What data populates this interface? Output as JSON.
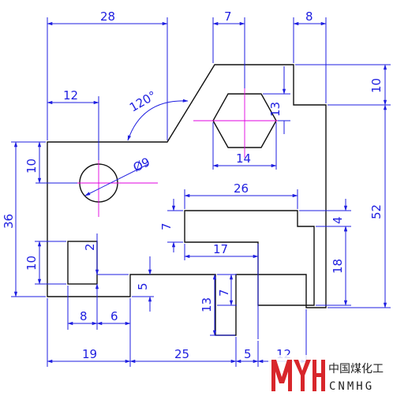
{
  "drawing": {
    "dimensions": {
      "top_width": "28",
      "hex_flat": "7",
      "right_step_width": "8",
      "right_step_height": "10",
      "hex_height": "13",
      "angle": "120°",
      "hole_offset_x": "12",
      "hole_offset_y": "10",
      "hole_diameter": "Ø9",
      "hex_width": "14",
      "slot_width": "26",
      "total_height": "52",
      "left_height": "36",
      "slot_arm": "7",
      "slot_offset": "4",
      "slot_inner_length": "17",
      "slot_leg": "18",
      "small_rect_height": "10",
      "small_rect_gap": "2",
      "notch_height": "5",
      "lower_step": "7",
      "lower_height": "13",
      "small_rect_width": "8",
      "small_rect_offset": "6",
      "bottom_left": "19",
      "bottom_middle": "25",
      "bottom_gap": "5",
      "bottom_right": "12"
    }
  },
  "logo": {
    "chinese_name": "中国煤化工",
    "latin_name": "CNMHG",
    "brand_color": "#d8262b"
  }
}
